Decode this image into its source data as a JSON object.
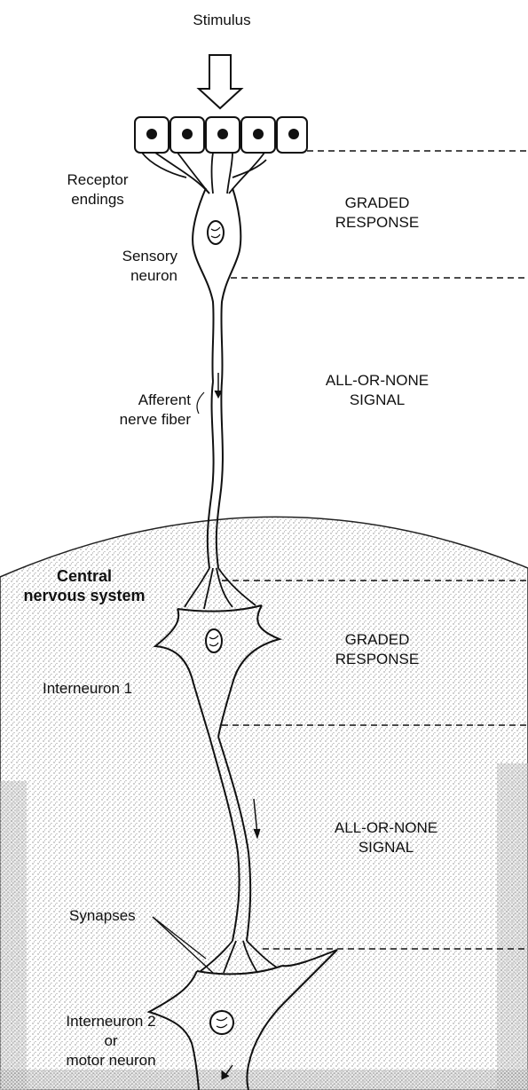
{
  "labels": {
    "stimulus": "Stimulus",
    "receptor_line1": "Receptor",
    "receptor_line2": "endings",
    "graded1_line1": "GRADED",
    "graded1_line2": "RESPONSE",
    "sensory_line1": "Sensory",
    "sensory_line2": "neuron",
    "allornone1_line1": "ALL-OR-NONE",
    "allornone1_line2": "SIGNAL",
    "afferent_line1": "Afferent",
    "afferent_line2": "nerve fiber",
    "cns_line1": "Central",
    "cns_line2": "nervous system",
    "graded2_line1": "GRADED",
    "graded2_line2": "RESPONSE",
    "interneuron1": "Interneuron 1",
    "allornone2_line1": "ALL-OR-NONE",
    "allornone2_line2": "SIGNAL",
    "synapses": "Synapses",
    "interneuron2_line1": "Interneuron 2",
    "interneuron2_line2": "or",
    "interneuron2_line3": "motor neuron"
  },
  "colors": {
    "ink": "#111111",
    "stipple": "#9a9a9a",
    "background": "#ffffff"
  }
}
